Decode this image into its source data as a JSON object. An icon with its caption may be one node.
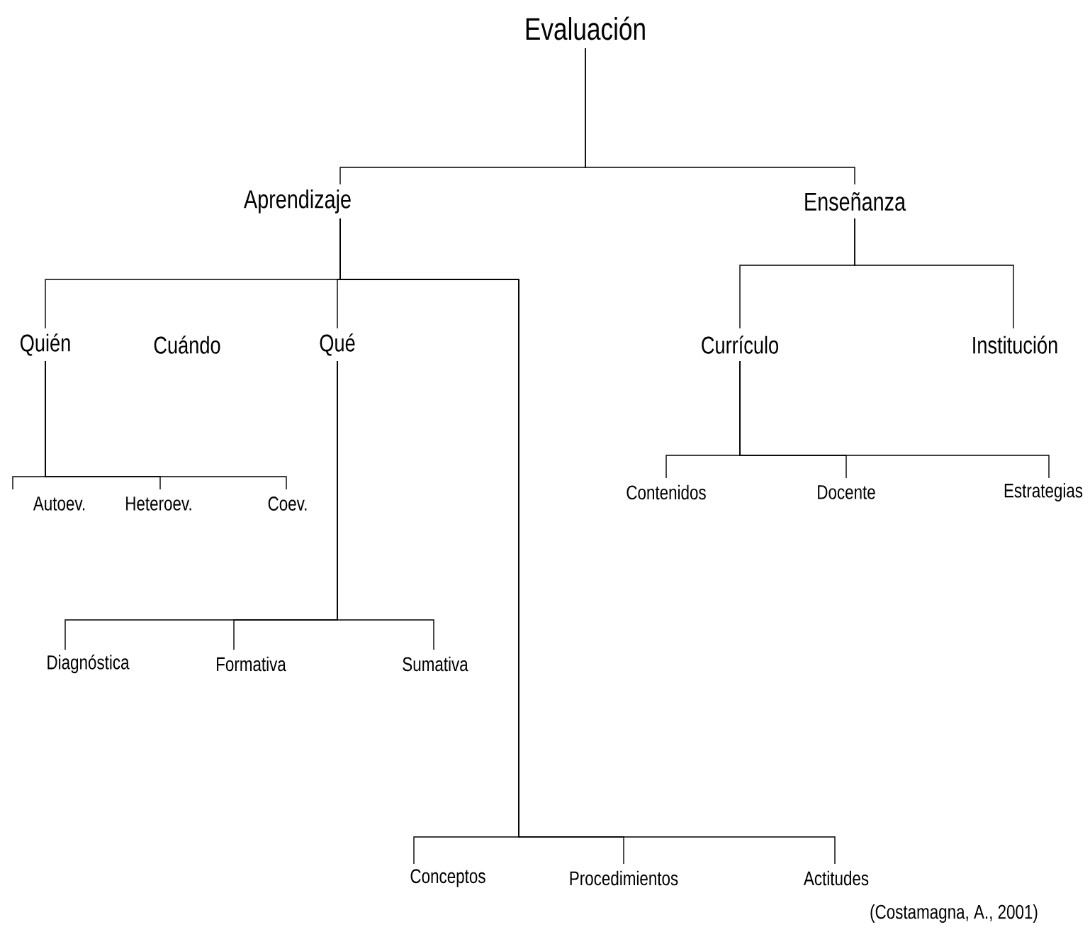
{
  "diagram": {
    "nodes": [
      {
        "text": [
          "Evaluación"
        ]
      },
      {
        "text": [
          "Aprendizaje"
        ]
      },
      {
        "text": [
          "Enseñanza"
        ]
      },
      {
        "text": [
          "Quién"
        ]
      },
      {
        "text": [
          "Cuándo"
        ]
      },
      {
        "text": [
          "Qué"
        ]
      },
      {
        "text": [
          "Currículo"
        ]
      },
      {
        "text": [
          "Institución"
        ]
      },
      {
        "text": [
          "Autoev."
        ]
      },
      {
        "text": [
          "Heteroev."
        ]
      },
      {
        "text": [
          "Coev."
        ]
      },
      {
        "text": [
          "Contenidos"
        ]
      },
      {
        "text": [
          "Docente"
        ]
      },
      {
        "text": [
          "Estrategias"
        ]
      },
      {
        "text": [
          "Diagnóstica"
        ]
      },
      {
        "text": [
          "Formativa"
        ]
      },
      {
        "text": [
          "Sumativa"
        ]
      },
      {
        "text": [
          "Conceptos"
        ]
      },
      {
        "text": [
          "Procedimientos"
        ]
      },
      {
        "text": [
          "Actitudes"
        ]
      }
    ],
    "edges": [
      {
        "from": 0,
        "to": 1,
        "arrow": "none"
      },
      {
        "from": 0,
        "to": 2,
        "arrow": "none"
      },
      {
        "from": 1,
        "to": 3,
        "arrow": "none"
      },
      {
        "from": 1,
        "to": 5,
        "arrow": "none"
      },
      {
        "from": 2,
        "to": 6,
        "arrow": "none"
      },
      {
        "from": 2,
        "to": 7,
        "arrow": "none"
      },
      {
        "from": 3,
        "to": 8,
        "arrow": "none"
      },
      {
        "from": 3,
        "to": 9,
        "arrow": "none"
      },
      {
        "from": 3,
        "to": 10,
        "arrow": "none"
      },
      {
        "from": 6,
        "to": 11,
        "arrow": "none"
      },
      {
        "from": 6,
        "to": 12,
        "arrow": "none"
      },
      {
        "from": 6,
        "to": 13,
        "arrow": "none"
      },
      {
        "from": 5,
        "to": 14,
        "arrow": "none"
      },
      {
        "from": 5,
        "to": 15,
        "arrow": "none"
      },
      {
        "from": 5,
        "to": 16,
        "arrow": "none"
      },
      {
        "from": 1,
        "to": 17,
        "arrow": "none"
      },
      {
        "from": 1,
        "to": 18,
        "arrow": "none"
      },
      {
        "from": 1,
        "to": 19,
        "arrow": "none"
      }
    ],
    "labels": [
      "(Costamagna, A., 2001)"
    ]
  }
}
